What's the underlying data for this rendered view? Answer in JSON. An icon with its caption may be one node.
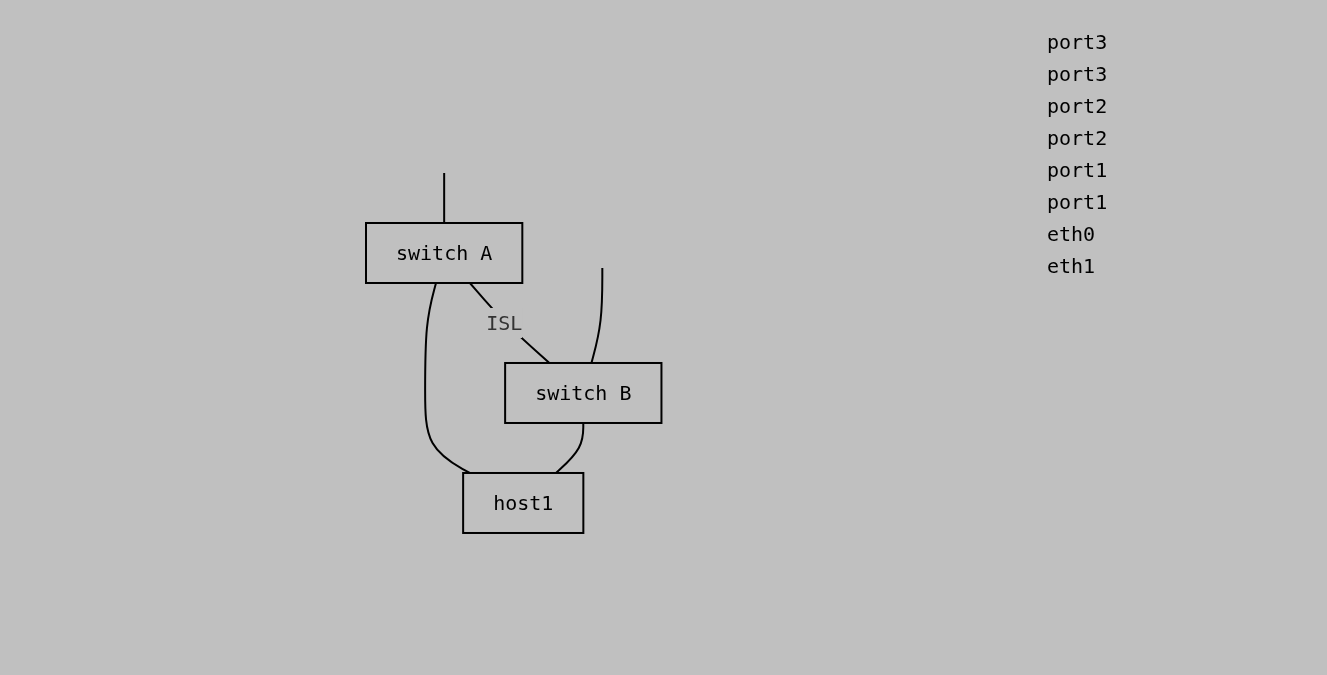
{
  "diagram": {
    "nodes": [
      {
        "text": [
          "switch A"
        ]
      },
      {
        "text": [
          "switch B"
        ]
      },
      {
        "text": [
          "host1"
        ]
      }
    ],
    "edges": [
      {
        "from": null,
        "to": 0,
        "arrow": "none"
      },
      {
        "from": null,
        "to": 1,
        "arrow": "none"
      },
      {
        "from": 0,
        "to": 1,
        "arrow": "none",
        "label": "ISL"
      },
      {
        "from": 0,
        "to": 2,
        "arrow": "none"
      },
      {
        "from": 1,
        "to": 2,
        "arrow": "none"
      }
    ],
    "labels": [
      "port3",
      "port3",
      "port2",
      "port2",
      "port1",
      "port1",
      "eth0",
      "eth1"
    ]
  }
}
